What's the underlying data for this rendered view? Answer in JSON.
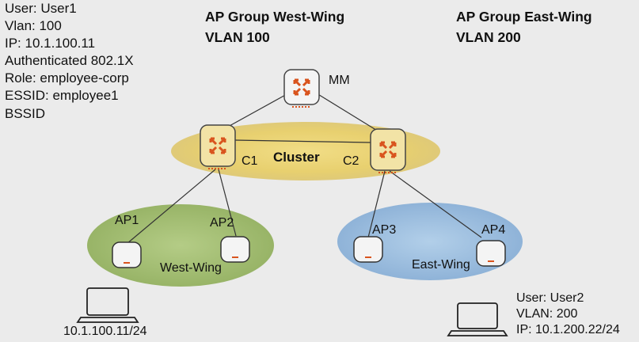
{
  "user1_info": {
    "lines": [
      "User: User1",
      "Vlan: 100",
      "IP: 10.1.100.11",
      "Authenticated 802.1X",
      "Role: employee-corp",
      "ESSID: employee1",
      "BSSID"
    ]
  },
  "groups": {
    "west": {
      "title": "AP Group West-Wing",
      "vlan": "VLAN 100"
    },
    "east": {
      "title": "AP Group East-Wing",
      "vlan": "VLAN 200"
    }
  },
  "nodes": {
    "mm": "MM",
    "c1": "C1",
    "c2": "C2",
    "cluster": "Cluster",
    "ap1": "AP1",
    "ap2": "AP2",
    "ap3": "AP3",
    "ap4": "AP4",
    "west_wing": "West-Wing",
    "east_wing": "East-Wing"
  },
  "laptop1": {
    "ip": "10.1.100.11/24"
  },
  "user2_info": {
    "lines": [
      "User: User2",
      "VLAN: 200",
      "IP: 10.1.200.22/24"
    ]
  },
  "colors": {
    "cluster_fill": "#e9d376",
    "west_fill": "#a9c27a",
    "east_fill": "#9fc0e0",
    "controller_accent": "#d9541e"
  }
}
